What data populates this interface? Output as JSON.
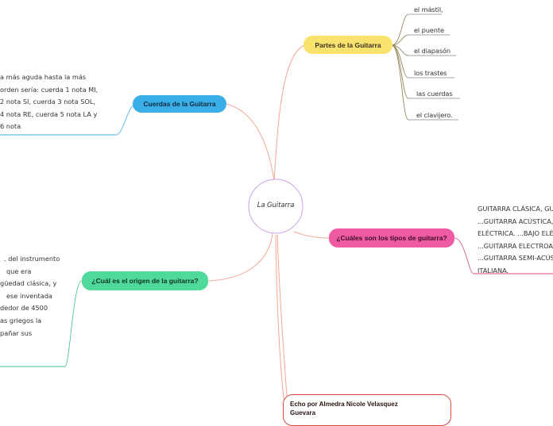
{
  "central": {
    "label": "La Guitarra"
  },
  "branches": {
    "partes": {
      "label": "Partes de la Guitarra",
      "color": "#fae26e",
      "items": [
        "el mástil,",
        "el puente",
        "el diapasón",
        "los trastes",
        "las cuerdas",
        "el clavijero."
      ]
    },
    "cuerdas": {
      "label": "Cuerdas de la Guitarra",
      "color": "#3aaee7",
      "text_lines": [
        "a más aguda hasta la más",
        "orden sería: cuerda 1 nota MI,",
        "2 nota SI, cuerda 3 nota SOL,",
        "4 nota RE, cuerda 5 nota LA y",
        "6 nota"
      ]
    },
    "tipos": {
      "label": "¿Cuáles son los tipos de guitarra?",
      "color": "#f05aa2",
      "text_lines": [
        "GUITARRA CLÁSICA, GU",
        "...GUITARRA ACÚSTICA,",
        "ELÉCTRICA. ...BAJO ELÉ",
        "...GUITARRA ELECTROA",
        "...GUITARRA SEMI-ACÚS",
        "ITALIANA."
      ]
    },
    "origen": {
      "label": "¿Cuál es el origen de la guitarra?",
      "color": "#4fd99a",
      "text_lines": [
        ". del instrumento",
        "que era",
        "güedad clásica, y",
        "ese inventada",
        "dedor de 4500",
        "as griegos la",
        "pañar sus"
      ]
    },
    "autor": {
      "label": "Echo por Almedra Nicole Velasquez Guevara",
      "color": "#d64a3e"
    }
  }
}
